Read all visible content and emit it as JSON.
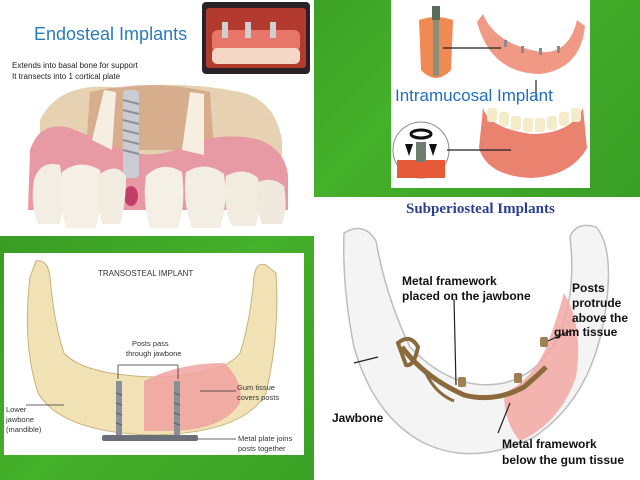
{
  "endosteal": {
    "title": "Endosteal Implants",
    "line1": "Extends into basal bone for support",
    "line2": "It transects into 1 cortical plate"
  },
  "intramucosal": {
    "title": "Intramucosal Implant"
  },
  "transosteal": {
    "title": "TRANSOSTEAL IMPLANT",
    "posts_label_1": "Posts pass",
    "posts_label_2": "through jawbone",
    "gum_label_1": "Gum tissue",
    "gum_label_2": "covers posts",
    "jaw_label_1": "Lower",
    "jaw_label_2": "jawbone",
    "jaw_label_3": "(mandible)",
    "plate_label_1": "Metal plate joins",
    "plate_label_2": "posts together"
  },
  "subperiosteal": {
    "title": "Subperiosteal Implants",
    "framework_on_1": "Metal framework",
    "framework_on_2": "placed on the jawbone",
    "posts_1": "Posts",
    "posts_2": "protrude",
    "posts_3": "above the",
    "posts_4": "gum tissue",
    "jawbone": "Jawbone",
    "framework_below_1": "Metal framework",
    "framework_below_2": "below the gum tissue"
  },
  "colors": {
    "background_green": "#3a9e25",
    "endosteal_title": "#2a7bb8",
    "intramucosal_title": "#1f6fbf",
    "subperiosteal_title": "#2b3f8f",
    "gum_pink": "#e9a5ad",
    "bone": "#f1e2b6"
  }
}
